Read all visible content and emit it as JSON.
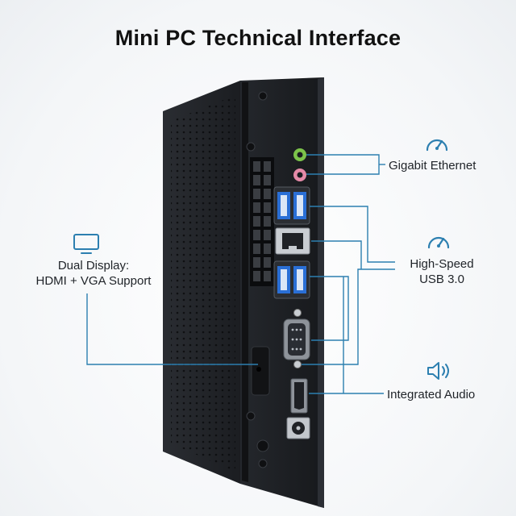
{
  "title": "Mini PC Technical Interface",
  "callouts": {
    "ethernet": "Gigabit Ethernet",
    "usb_line1": "High-Speed",
    "usb_line2": "USB 3.0",
    "audio": "Integrated Audio",
    "display_line1": "Dual Display:",
    "display_line2": "HDMI + VGA Support"
  },
  "icons": {
    "ethernet": "speedometer-icon",
    "usb": "speedometer-icon",
    "audio": "speaker-icon",
    "display": "monitor-icon"
  },
  "colors": {
    "accent": "#2c7fb0",
    "usb_blue": "#2a6fd6",
    "audio_green": "#7cc34a",
    "audio_pink": "#e58aa8",
    "case": "#1c1e22"
  }
}
